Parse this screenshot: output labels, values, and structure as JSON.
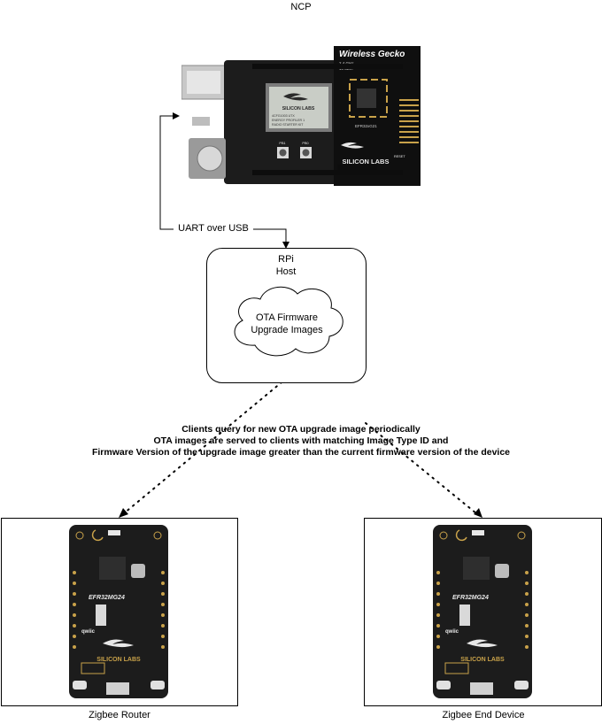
{
  "ncp": {
    "label": "NCP",
    "board": {
      "title": "Wireless Gecko",
      "sub_line1": "2.4 GHz",
      "sub_line2": "10 dBm",
      "brand": "SILICON LABS",
      "chip": "EFR32xG21",
      "lcd_line1": "4CFG1003 UTX",
      "lcd_line2": "ENERGY PROFILER 1",
      "lcd_line3": "RADIO STARTER KIT",
      "reset": "RESET",
      "pb0": "PB0",
      "pb1": "PB1"
    }
  },
  "link": {
    "label": "UART over USB"
  },
  "host": {
    "title_line1": "RPi",
    "title_line2": "Host",
    "cloud_line1": "OTA Firmware",
    "cloud_line2": "Upgrade Images"
  },
  "note": {
    "line1": "Clients query for new OTA upgrade image periodically",
    "line2": "OTA images are served to clients with matching Image Type ID and",
    "line3": "Firmware Version of the upgrade image greater than the current firmware version of the device"
  },
  "router": {
    "label": "Zigbee Router",
    "board": {
      "chip": "EFR32MG24",
      "brand": "SILICON LABS",
      "qwiic": "qwiic"
    }
  },
  "end_device": {
    "label": "Zigbee End Device",
    "board": {
      "chip": "EFR32MG24",
      "brand": "SILICON LABS",
      "qwiic": "qwiic"
    }
  },
  "colors": {
    "pcb": "#1c1c1c",
    "pcb_dark": "#0d0d0d",
    "silk": "#e8e8e8",
    "gold": "#c9a24a",
    "lcd": "#c9cdc6"
  }
}
